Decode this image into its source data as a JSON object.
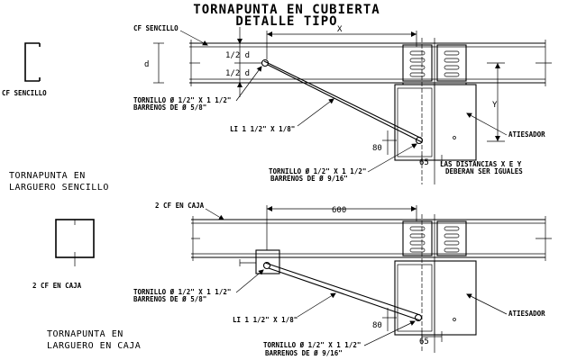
{
  "title": {
    "line1": "TORNAPUNTA  EN CUBIERTA",
    "line2": "DETALLE TIPO"
  },
  "top_detail": {
    "member_label": "CF SENCILLO",
    "section_label": "CF SENCILLO",
    "half_d_top": "1/2 d",
    "half_d_bottom": "1/2 d",
    "depth_label": "d",
    "dim_x": "X",
    "dim_y": "Y",
    "dim_80": "80",
    "dim_65": "65",
    "bolt_top_line1": "TORNILLO Ø 1/2\" X 1 1/2\"",
    "bolt_top_line2": "BARRENOS DE Ø 5/8\"",
    "angle_label": "LI 1 1/2\" X 1/8\"",
    "stiffener_label": "ATIESADOR",
    "bolt_bottom_line1": "TORNILLO Ø 1/2\" X 1 1/2\"",
    "bolt_bottom_line2": "BARRENOS DE Ø 9/16\"",
    "note_line1": "LAS DISTANCIAS X E Y",
    "note_line2": "DEBERAN SER IGUALES",
    "caption_line1": "TORNAPUNTA EN",
    "caption_line2": "LARGUERO SENCILLO"
  },
  "bottom_detail": {
    "member_label": "2 CF EN CAJA",
    "section_label": "2 CF EN CAJA",
    "dim_600": "600",
    "dim_80": "80",
    "dim_65": "65",
    "bolt_top_line1": "TORNILLO Ø 1/2\" X 1 1/2\"",
    "bolt_top_line2": "BARRENOS DE Ø 5/8\"",
    "angle_label": "LI 1 1/2\" X 1/8\"",
    "stiffener_label": "ATIESADOR",
    "bolt_bottom_line1": "TORNILLO Ø 1/2\" X 1 1/2\"",
    "bolt_bottom_line2": "BARRENOS DE Ø 9/16\"",
    "caption_line1": "TORNAPUNTA EN",
    "caption_line2": "LARGUERO EN CAJA"
  }
}
